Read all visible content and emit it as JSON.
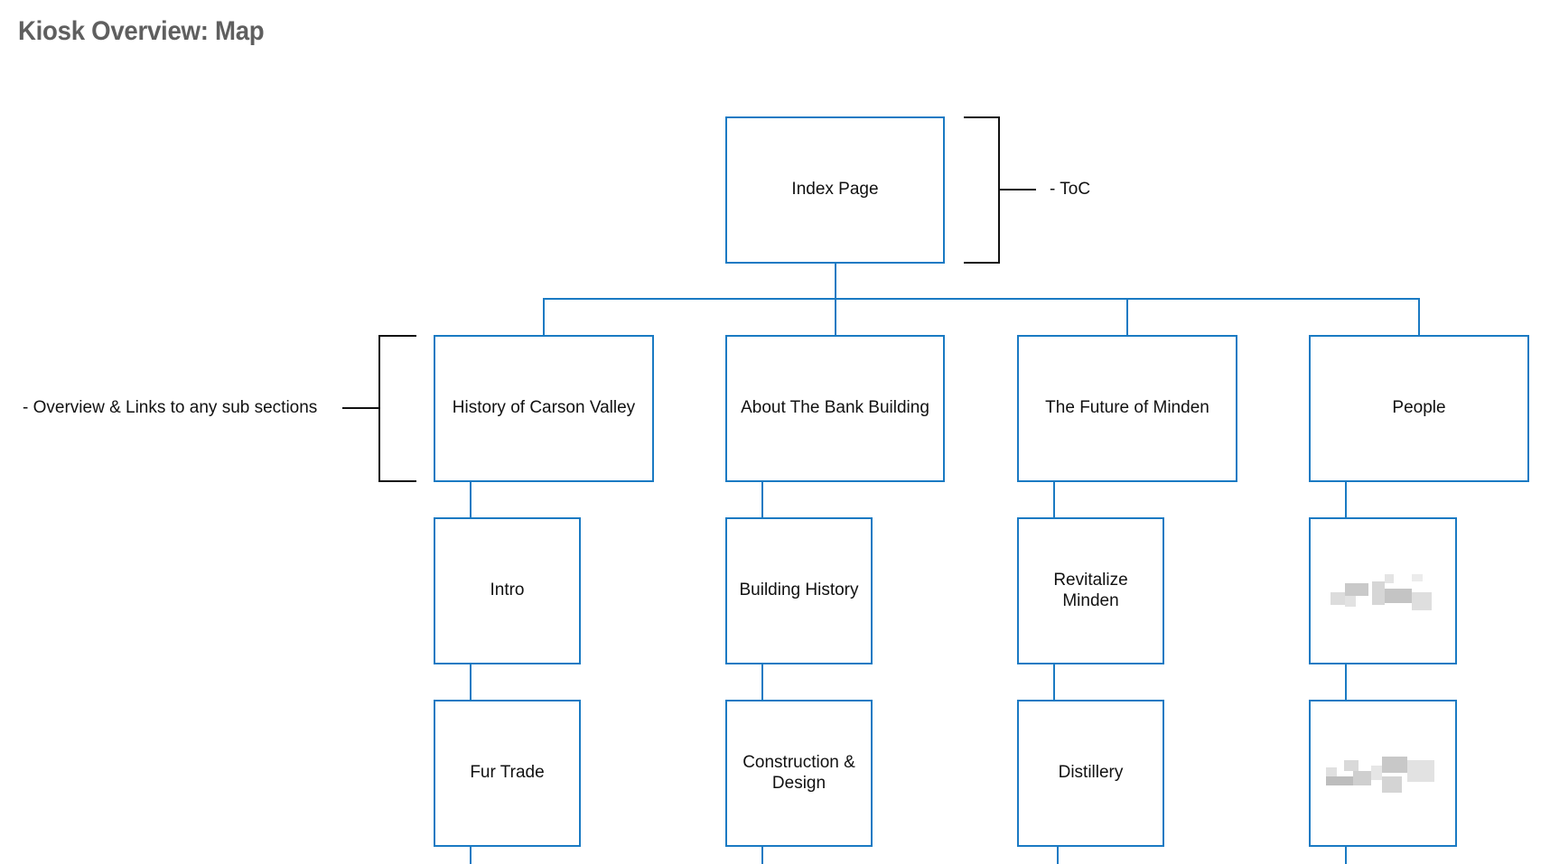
{
  "title": "Kiosk Overview: Map",
  "colors": {
    "box_border": "#1a7ac3",
    "connector": "#1a7ac3",
    "bracket": "#111111",
    "title": "#5f5f5f"
  },
  "root": {
    "label": "Index Page"
  },
  "root_note": "- ToC",
  "section_note": "- Overview & Links to any sub sections",
  "sections": [
    {
      "label": "History of Carson Valley",
      "children": [
        {
          "label": "Intro"
        },
        {
          "label": "Fur Trade"
        }
      ]
    },
    {
      "label": "About The Bank Building",
      "children": [
        {
          "label": "Building History"
        },
        {
          "label": "Construction &\nDesign"
        }
      ]
    },
    {
      "label": "The Future of Minden",
      "children": [
        {
          "label": "Revitalize\nMinden"
        },
        {
          "label": "Distillery"
        }
      ]
    },
    {
      "label": "People",
      "children": [
        {
          "label": "redacted-name",
          "redacted": true
        },
        {
          "label": "redacted-name",
          "redacted": true
        }
      ]
    }
  ]
}
